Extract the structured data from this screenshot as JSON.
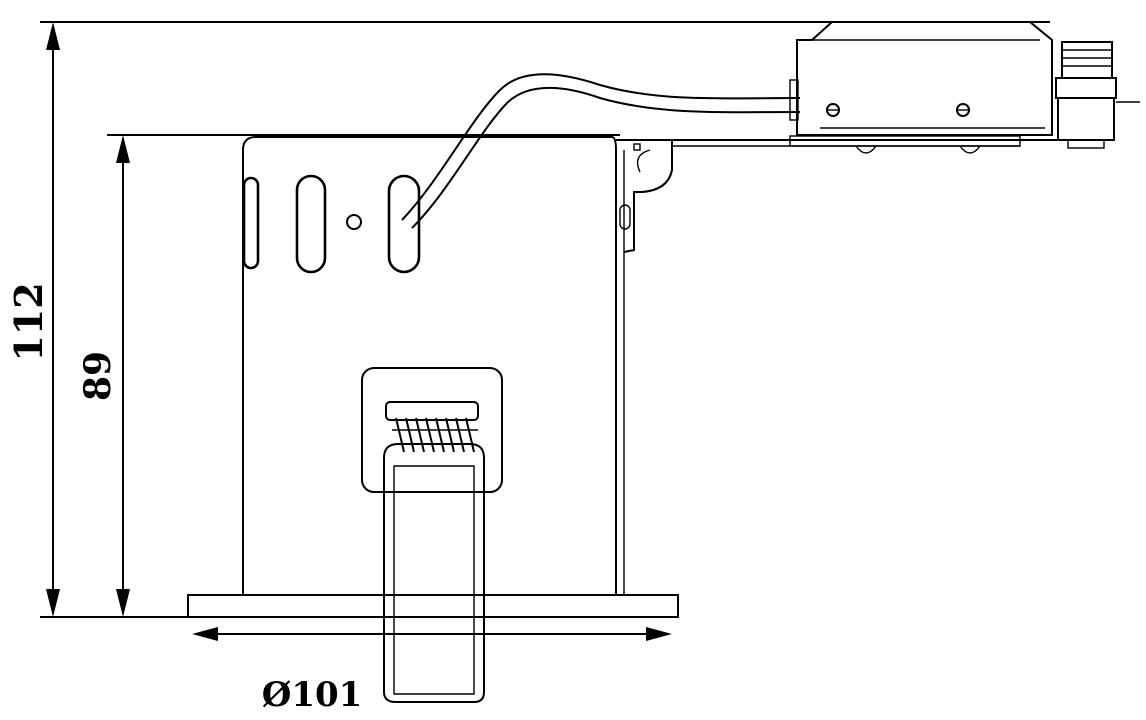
{
  "dimensions": {
    "overall_height": "112",
    "can_height": "89",
    "diameter": "Ø101"
  },
  "colors": {
    "stroke": "#000000",
    "background": "#ffffff"
  }
}
